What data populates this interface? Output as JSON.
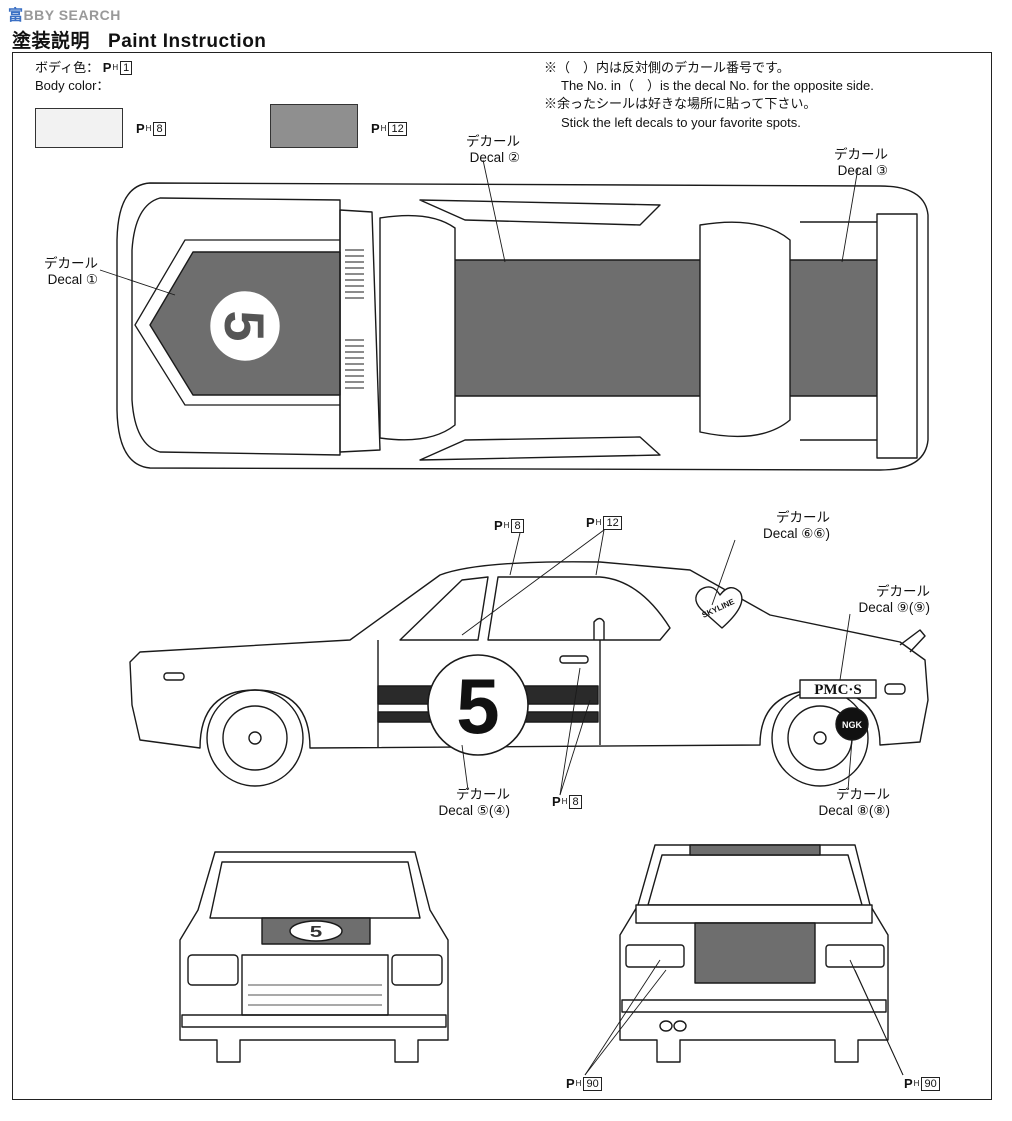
{
  "header": {
    "logo_jp": "富",
    "logo_text": "BBY SEARCH",
    "title_jp": "塗装説明",
    "title_en": "Paint Instruction"
  },
  "body_color": {
    "label_jp": "ボディ色：",
    "label_en": "Body color：",
    "ph_prefix": "P",
    "ph_sub": "H",
    "number": "1"
  },
  "swatches": [
    {
      "number": "8",
      "color": "#f2f2f2"
    },
    {
      "number": "12",
      "color": "#8f8f8f"
    }
  ],
  "notes": [
    "※（　）内は反対側のデカール番号です。",
    "The No. in（　）is the decal No. for the opposite side.",
    "※余ったシールは好きな場所に貼って下さい。",
    "Stick the left decals to your favorite spots."
  ],
  "decals_top": [
    {
      "jp": "デカール",
      "en": "Decal",
      "num": "①"
    },
    {
      "jp": "デカール",
      "en": "Decal",
      "num": "②"
    },
    {
      "jp": "デカール",
      "en": "Decal",
      "num": "③"
    }
  ],
  "decals_side": [
    {
      "jp": "デカール",
      "en": "Decal",
      "num": "⑥⑥)"
    },
    {
      "jp": "デカール",
      "en": "Decal",
      "num": "⑨(⑨)"
    },
    {
      "jp": "デカール",
      "en": "Decal",
      "num": "⑤(④)"
    },
    {
      "jp": "デカール",
      "en": "Decal",
      "num": "⑧(⑧)"
    }
  ],
  "paint_callouts": {
    "ph8": "8",
    "ph12": "12",
    "ph90": "90"
  },
  "car_number": "5",
  "side_decals": {
    "skyline": "SKYLINE",
    "pmcs": "PMC·S",
    "ngk": "NGK"
  },
  "colors": {
    "stripe": "#6e6e6e",
    "window": "#ffffff",
    "line": "#1a1a1a"
  }
}
